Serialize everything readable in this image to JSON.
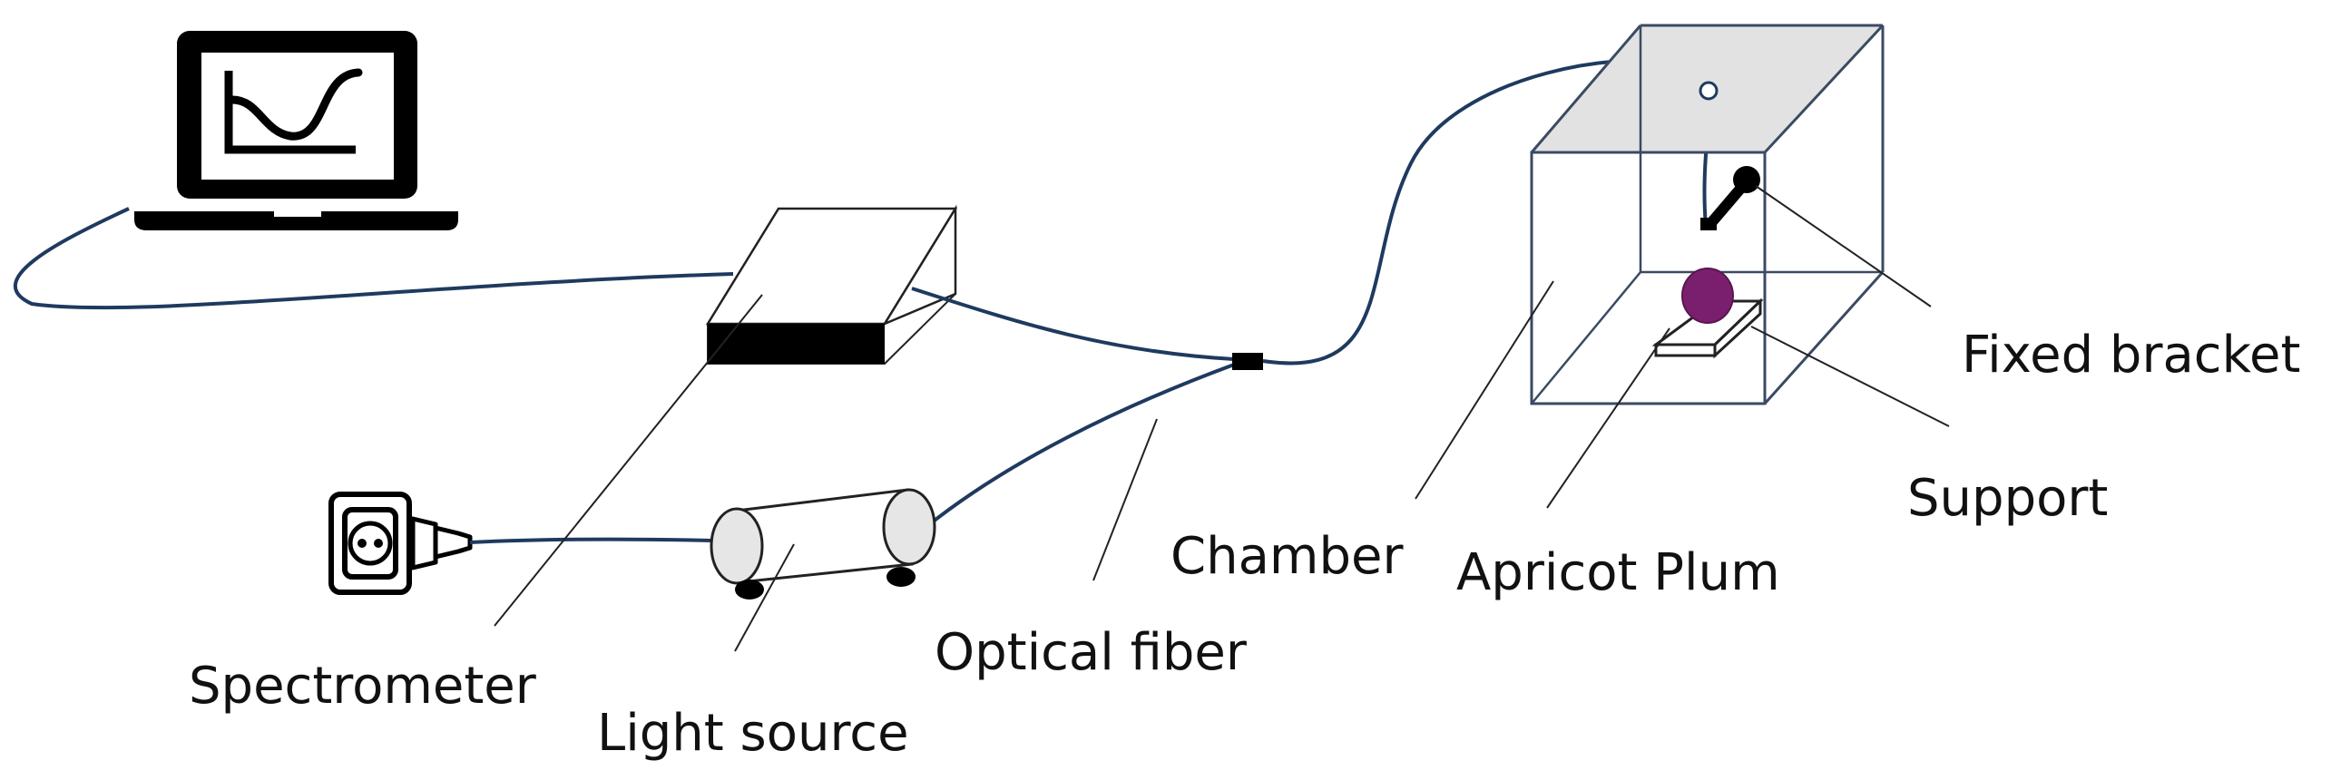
{
  "labels": {
    "spectrometer": "Spectrometer",
    "light_source": "Light source",
    "optical_fiber": "Optical fiber",
    "chamber": "Chamber",
    "apricot_plum": "Apricot Plum",
    "support": "Support",
    "fixed_bracket": "Fixed bracket"
  },
  "colors": {
    "cable": "#1f3a5f",
    "chamber_edge": "#3b4a63",
    "chamber_top": "#e2e2e2",
    "fruit": "#7a1f6d",
    "device_fill": "#ffffff",
    "device_front": "#000000",
    "lamp_end": "#e6e6e6",
    "leader_line": "#222222"
  },
  "icons": {
    "laptop": "laptop-graph-icon",
    "outlet": "power-outlet-icon",
    "plug": "power-plug-icon"
  }
}
